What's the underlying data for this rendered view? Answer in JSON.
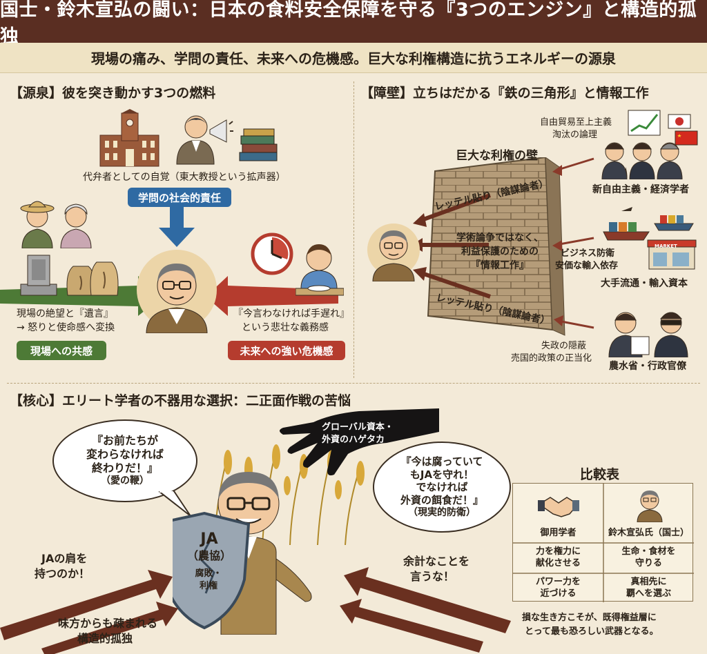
{
  "header": {
    "title": "国士・鈴木宣弘の闘い：日本の食料安全保障を守る『3つのエンジン』と構造的孤独"
  },
  "subheader": {
    "text": "現場の痛み、学問の責任、未来への危機感。巨大な利権構造に抗うエネルギーの源泉"
  },
  "source": {
    "title": "【源泉】彼を突き動かす3つの燃料",
    "top_label": "代弁者としての自覚（東大教授という拡声器）",
    "top_pill": "学問の社会的責任",
    "left_label_1": "現場の絶望と『遺言』",
    "left_label_2": "→ 怒りと使命感へ変換",
    "left_pill": "現場への共感",
    "right_label_1": "『今言わなければ手遅れ』",
    "right_label_2": "という悲壮な義務感",
    "right_pill": "未来への強い危機感"
  },
  "barrier": {
    "title": "【障壁】立ちはだかる『鉄の三角形』と情報工作",
    "wall_label": "巨大な利権の壁",
    "label_tag_1": "レッテル貼り（陰謀論者）",
    "label_tag_2": "レッテル貼り（陰謀論者）",
    "center_1": "学術論争ではなく、",
    "center_2": "利益保護のための",
    "center_3": "『情報工作』",
    "actor_1_note_1": "自由貿易至上主義",
    "actor_1_note_2": "淘汰の論理",
    "actor_1_name": "新自由主義・経済学者",
    "actor_2_note_1": "ビジネス防衛",
    "actor_2_note_2": "安価な輸入依存",
    "actor_2_name": "大手流通・輸入資本",
    "actor_3_note_1": "失政の隠蔽",
    "actor_3_note_2": "売国的政策の正当化",
    "actor_3_name": "農水省・行政官僚",
    "store_sign": "MARKET"
  },
  "core": {
    "title": "【核心】エリート学者の不器用な選択：二正面作戦の苦悩",
    "bubble_left": [
      "『お前たちが",
      "変わらなければ",
      "終わりだ！』",
      "（愛の鞭）"
    ],
    "bubble_right": [
      "『今は腐っていて",
      "もJAを守れ！",
      "でなければ",
      "外資の餌食だ！』",
      "（現実的防衛）"
    ],
    "hand_label_1": "グローバル資本・",
    "hand_label_2": "外資のハゲタカ",
    "shield_title": "JA",
    "shield_sub": "（農協）",
    "shield_note_1": "腐敗・",
    "shield_note_2": "利権",
    "attack_left_1": "JAの肩を",
    "attack_left_2": "持つのか！",
    "attack_right_1": "余計なことを",
    "attack_right_2": "言うな！",
    "isolation_1": "味方からも疎まれる",
    "isolation_2": "構造的孤独"
  },
  "table": {
    "title": "比較表",
    "col_1": "御用学者",
    "col_2": "鈴木宣弘氏（国士）",
    "r1c1": [
      "力を権力に",
      "献化させる"
    ],
    "r1c2": [
      "生命・食材を",
      "守りる"
    ],
    "r2c1": [
      "パワー力を",
      "近づける"
    ],
    "r2c2": [
      "真相先に",
      "覇へを選ぶ"
    ],
    "footer_1": "損な生き方こそが、既得権益層に",
    "footer_2": "とって最も恐ろしい武器となる。"
  },
  "colors": {
    "header_bg": "#5a2e22",
    "pill_blue": "#2f6aa3",
    "pill_green": "#4d7a36",
    "pill_red": "#b53c2e",
    "wall": "#b59c79"
  }
}
